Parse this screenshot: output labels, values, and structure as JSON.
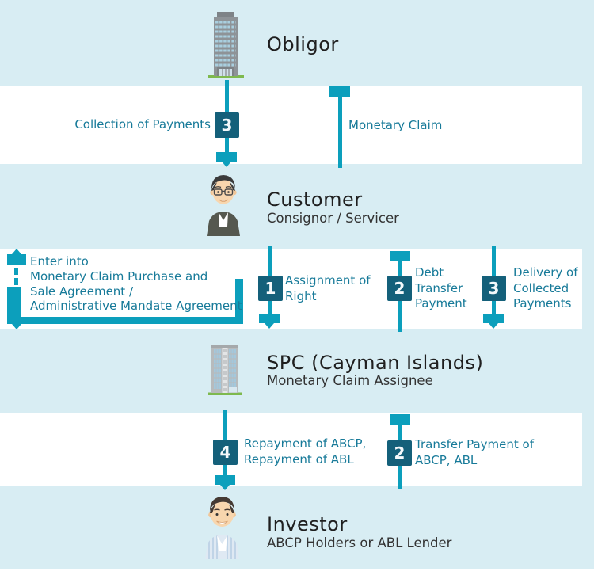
{
  "colors": {
    "background": "#d8edf3",
    "band": "#ffffff",
    "accent": "#0c9fbc",
    "badge": "#14607a",
    "label": "#177a99",
    "title": "#1f1f1f",
    "subtitle": "#333333"
  },
  "entities": {
    "obligor": {
      "title": "Obligor"
    },
    "customer": {
      "title": "Customer",
      "subtitle": "Consignor / Servicer"
    },
    "spc": {
      "title": "SPC (Cayman Islands)",
      "subtitle": "Monetary Claim Assignee"
    },
    "investor": {
      "title": "Investor",
      "subtitle": "ABCP Holders or ABL Lender"
    }
  },
  "flows": {
    "collection_of_payments": {
      "step": "3",
      "label": "Collection of Payments",
      "direction": "down"
    },
    "monetary_claim": {
      "label": "Monetary Claim",
      "direction": "up"
    },
    "enter_into_agreement": {
      "style": "dashed",
      "lines": [
        "Enter into",
        "Monetary Claim Purchase and",
        "Sale Agreement /",
        "Administrative Mandate Agreement"
      ]
    },
    "assignment_of_right": {
      "step": "1",
      "lines": [
        "Assignment of",
        "Right"
      ],
      "direction": "down"
    },
    "debt_transfer_payment": {
      "step": "2",
      "lines": [
        "Debt",
        "Transfer",
        "Payment"
      ],
      "direction": "up"
    },
    "delivery_of_collected_payments": {
      "step": "3",
      "lines": [
        "Delivery of",
        "Collected",
        "Payments"
      ],
      "direction": "down"
    },
    "repayment_of_abcp_abl": {
      "step": "4",
      "lines": [
        "Repayment of ABCP,",
        "Repayment of ABL"
      ],
      "direction": "down"
    },
    "transfer_payment_of_abcp_abl": {
      "step": "2",
      "lines": [
        "Transfer Payment of",
        "ABCP, ABL"
      ],
      "direction": "up"
    }
  }
}
